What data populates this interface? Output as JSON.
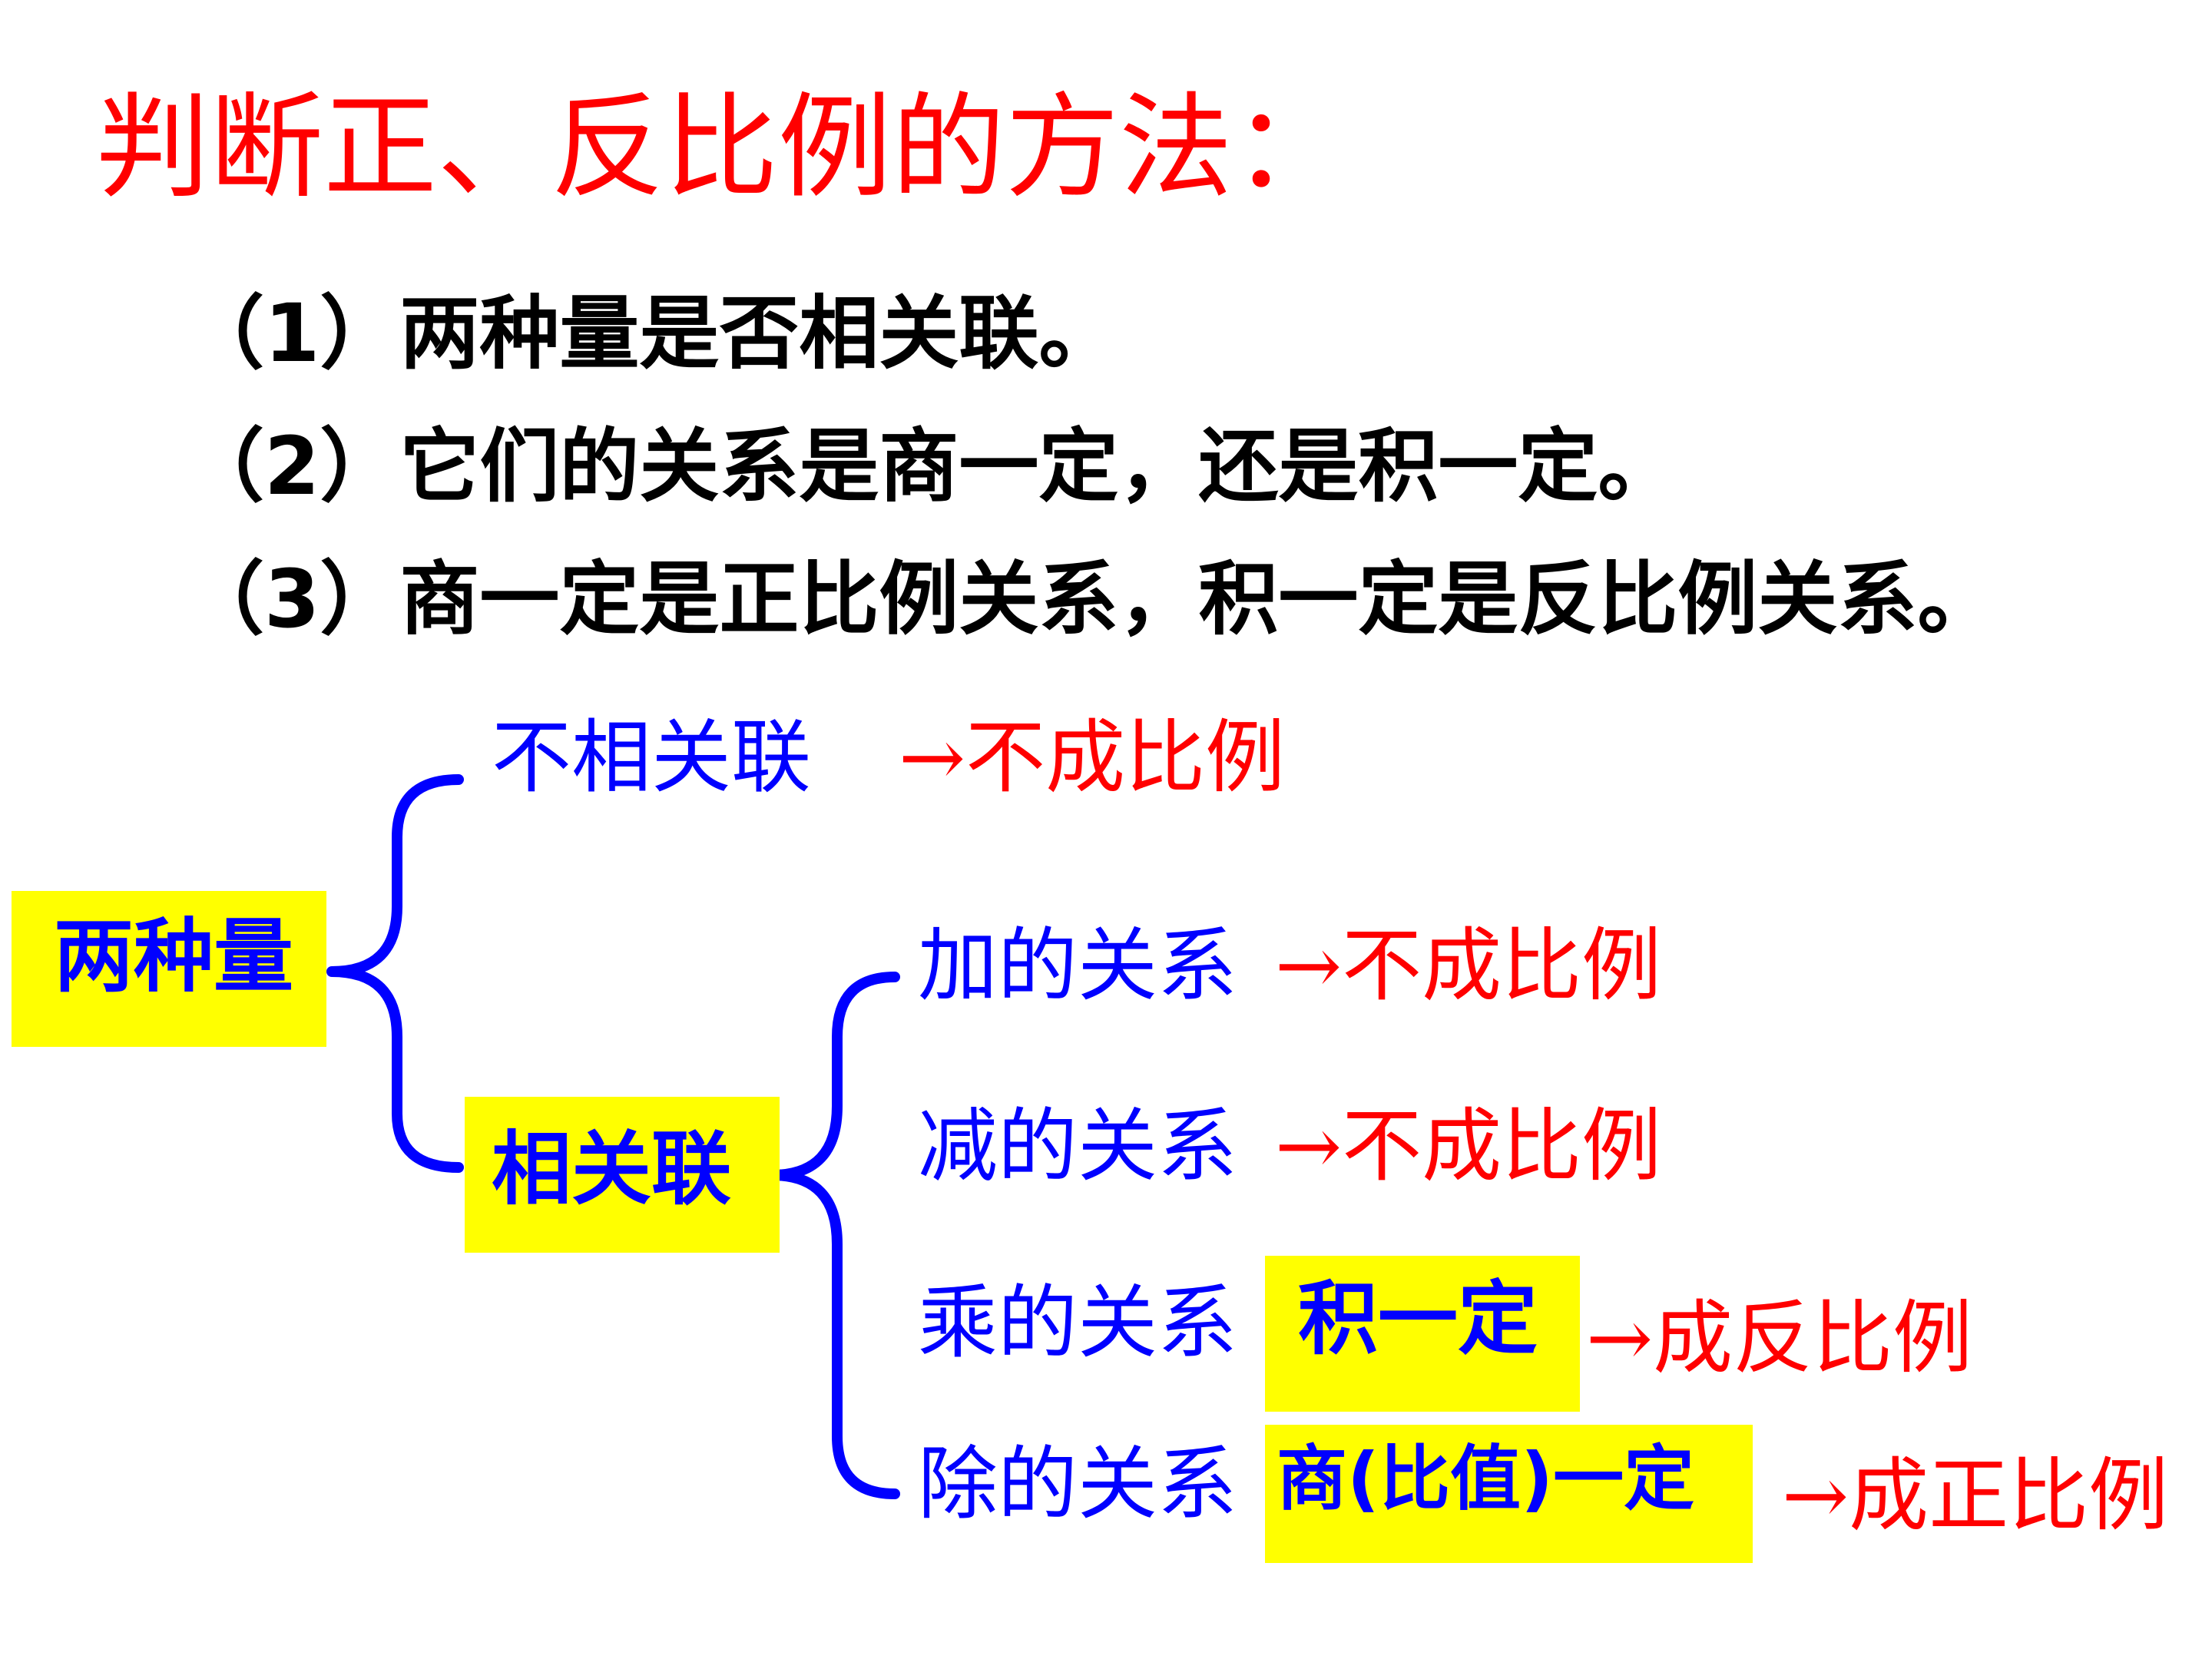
{
  "title": "判断正、反比例的方法：",
  "rules": [
    "（1）两种量是否相关联。",
    "（2）它们的关系是商一定，还是积一定。",
    "（3）商一定是正比例关系，积一定是反比例关系。"
  ],
  "diagram": {
    "root": "两种量",
    "not_related": {
      "label": "不相关联",
      "result": "→不成比例"
    },
    "related": {
      "label": "相关联",
      "add": {
        "label": "加的关系",
        "result": "→不成比例"
      },
      "sub": {
        "label": "减的关系",
        "result": "→不成比例"
      },
      "mul": {
        "label": "乘的关系",
        "condition": "积一定",
        "result": "→成反比例"
      },
      "div": {
        "label": "除的关系",
        "condition": "商(比值)一定",
        "result": "→成正比例"
      }
    }
  },
  "colors": {
    "title": "#ff0000",
    "rules": "#000000",
    "branch_text": "#0000ff",
    "result_text": "#ff0000",
    "highlight_box": "#ffff00",
    "brace": "#0000ff"
  }
}
